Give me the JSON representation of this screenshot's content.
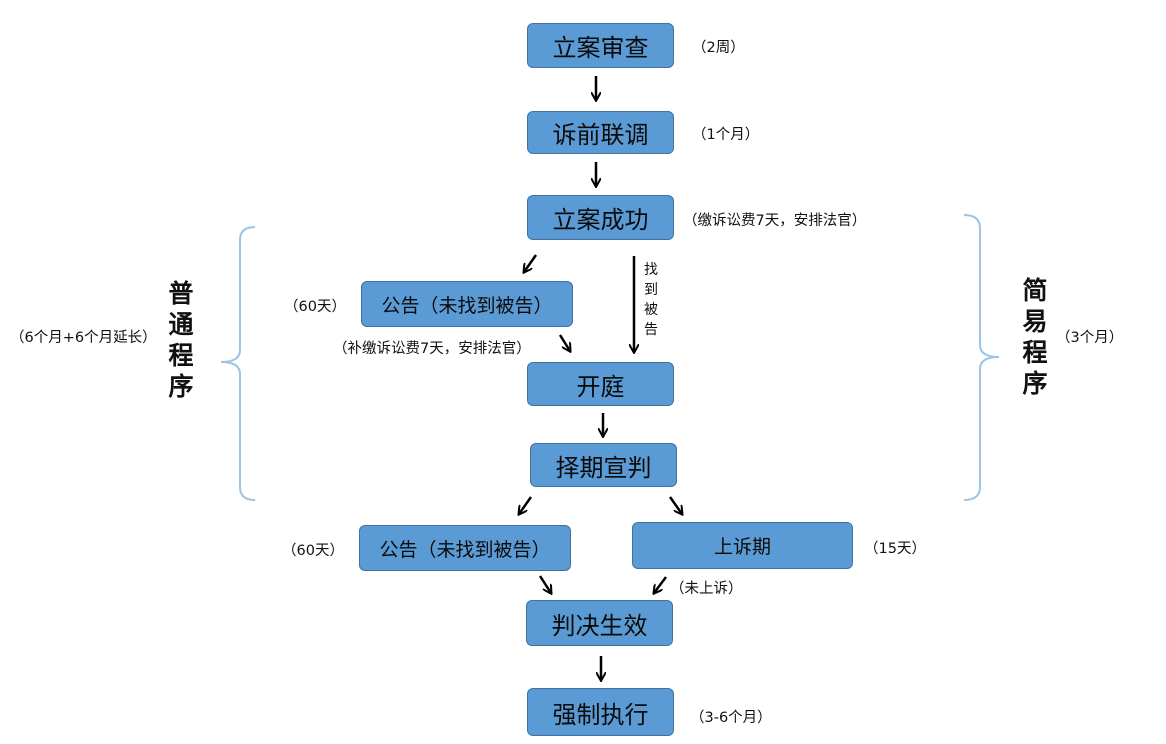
{
  "nodes": {
    "filing_review": "立案审查",
    "pre_mediation": "诉前联调",
    "filing_success": "立案成功",
    "notice_1": "公告（未找到被告）",
    "hearing": "开庭",
    "judgment_date": "择期宣判",
    "notice_2": "公告（未找到被告）",
    "appeal_period": "上诉期",
    "judgment_effective": "判决生效",
    "enforcement": "强制执行"
  },
  "notes": {
    "filing_review_time": "（2周）",
    "pre_mediation_time": "（1个月）",
    "filing_success_detail": "（缴诉讼费7天，安排法官）",
    "notice_1_time": "（60天）",
    "notice_1_detail": "（补缴诉讼费7天，安排法官）",
    "found_defendant": [
      "找",
      "到",
      "被",
      "告"
    ],
    "notice_2_time": "（60天）",
    "appeal_period_time": "（15天）",
    "no_appeal": "（未上诉）",
    "enforcement_time": "（3-6个月）"
  },
  "procedures": {
    "ordinary": [
      "普",
      "通",
      "程",
      "序"
    ],
    "ordinary_time": "（6个月+6个月延长）",
    "simple": [
      "简",
      "易",
      "程",
      "序"
    ],
    "simple_time": "（3个月）"
  },
  "colors": {
    "box_fill": "#5b9bd5",
    "box_border": "#41719c",
    "bracket": "#9dc3e6",
    "arrow": "#000000"
  }
}
